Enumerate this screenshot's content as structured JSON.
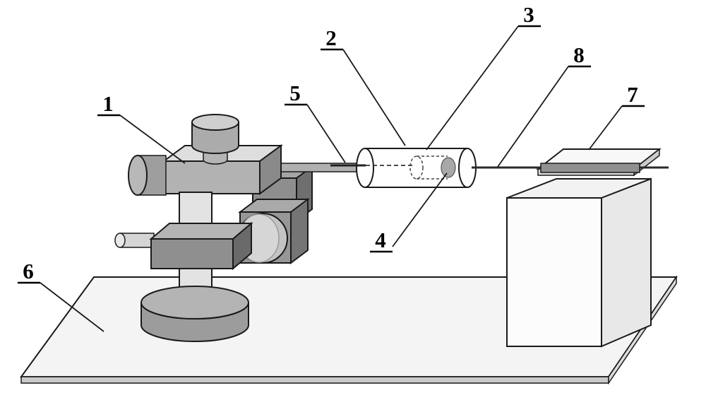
{
  "figure": {
    "type": "technical-diagram",
    "description_visible": false,
    "background": "#ffffff",
    "stroke": "#1a1a1a",
    "palette": {
      "white": "#ffffff",
      "light_gray": "#e3e3e3",
      "mid_gray": "#b2b2b2",
      "dark_gray": "#8c8c8c",
      "darker_gray": "#6e6e6e"
    },
    "labels": [
      {
        "text": "1"
      },
      {
        "text": "2"
      },
      {
        "text": "3"
      },
      {
        "text": "4"
      },
      {
        "text": "5"
      },
      {
        "text": "6"
      },
      {
        "text": "7"
      },
      {
        "text": "8"
      }
    ]
  }
}
